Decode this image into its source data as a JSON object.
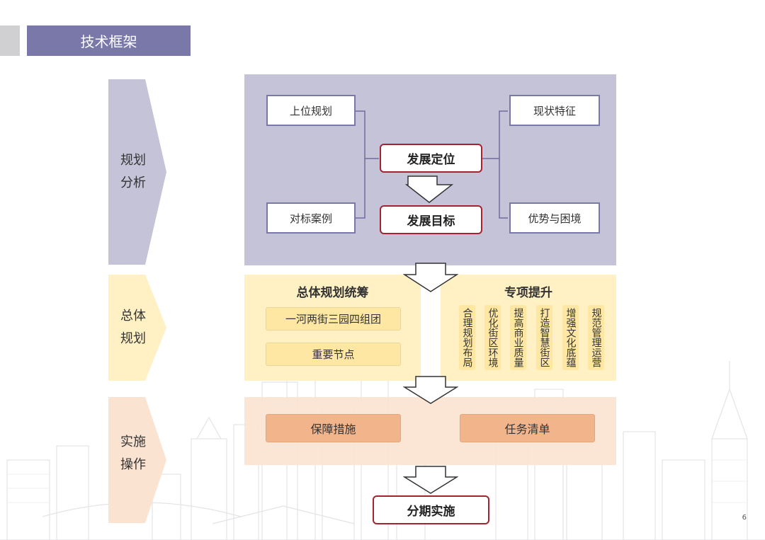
{
  "header": {
    "title": "技术框架"
  },
  "stages": [
    {
      "line1": "规划",
      "line2": "分析"
    },
    {
      "line1": "总体",
      "line2": "规划"
    },
    {
      "line1": "实施",
      "line2": "操作"
    }
  ],
  "analysis": {
    "left_top": "上位规划",
    "left_bottom": "对标案例",
    "right_top": "现状特征",
    "right_bottom": "优势与困境",
    "center_top": "发展定位",
    "center_bottom": "发展目标"
  },
  "overall": {
    "plan_title": "总体规划统筹",
    "plan_items": [
      "一河两街三园四组团",
      "重要节点"
    ],
    "special_title": "专项提升",
    "special_items": [
      "合理规划布局",
      "优化街区环境",
      "提高商业质量",
      "打造智慧街区",
      "增强文化底蕴",
      "规范管理运营"
    ]
  },
  "implementation": {
    "items": [
      "保障措施",
      "任务清单"
    ],
    "final": "分期实施"
  },
  "page_number": "6",
  "colors": {
    "header": "#7a78a8",
    "analysis_panel": "#c4c3d8",
    "overall_panel": "#fff1c4",
    "impl_panel": "#fbe3d2",
    "accent_red": "#a32430",
    "orange_box": "#f2b48b",
    "yellow_box": "#fde7a3"
  }
}
